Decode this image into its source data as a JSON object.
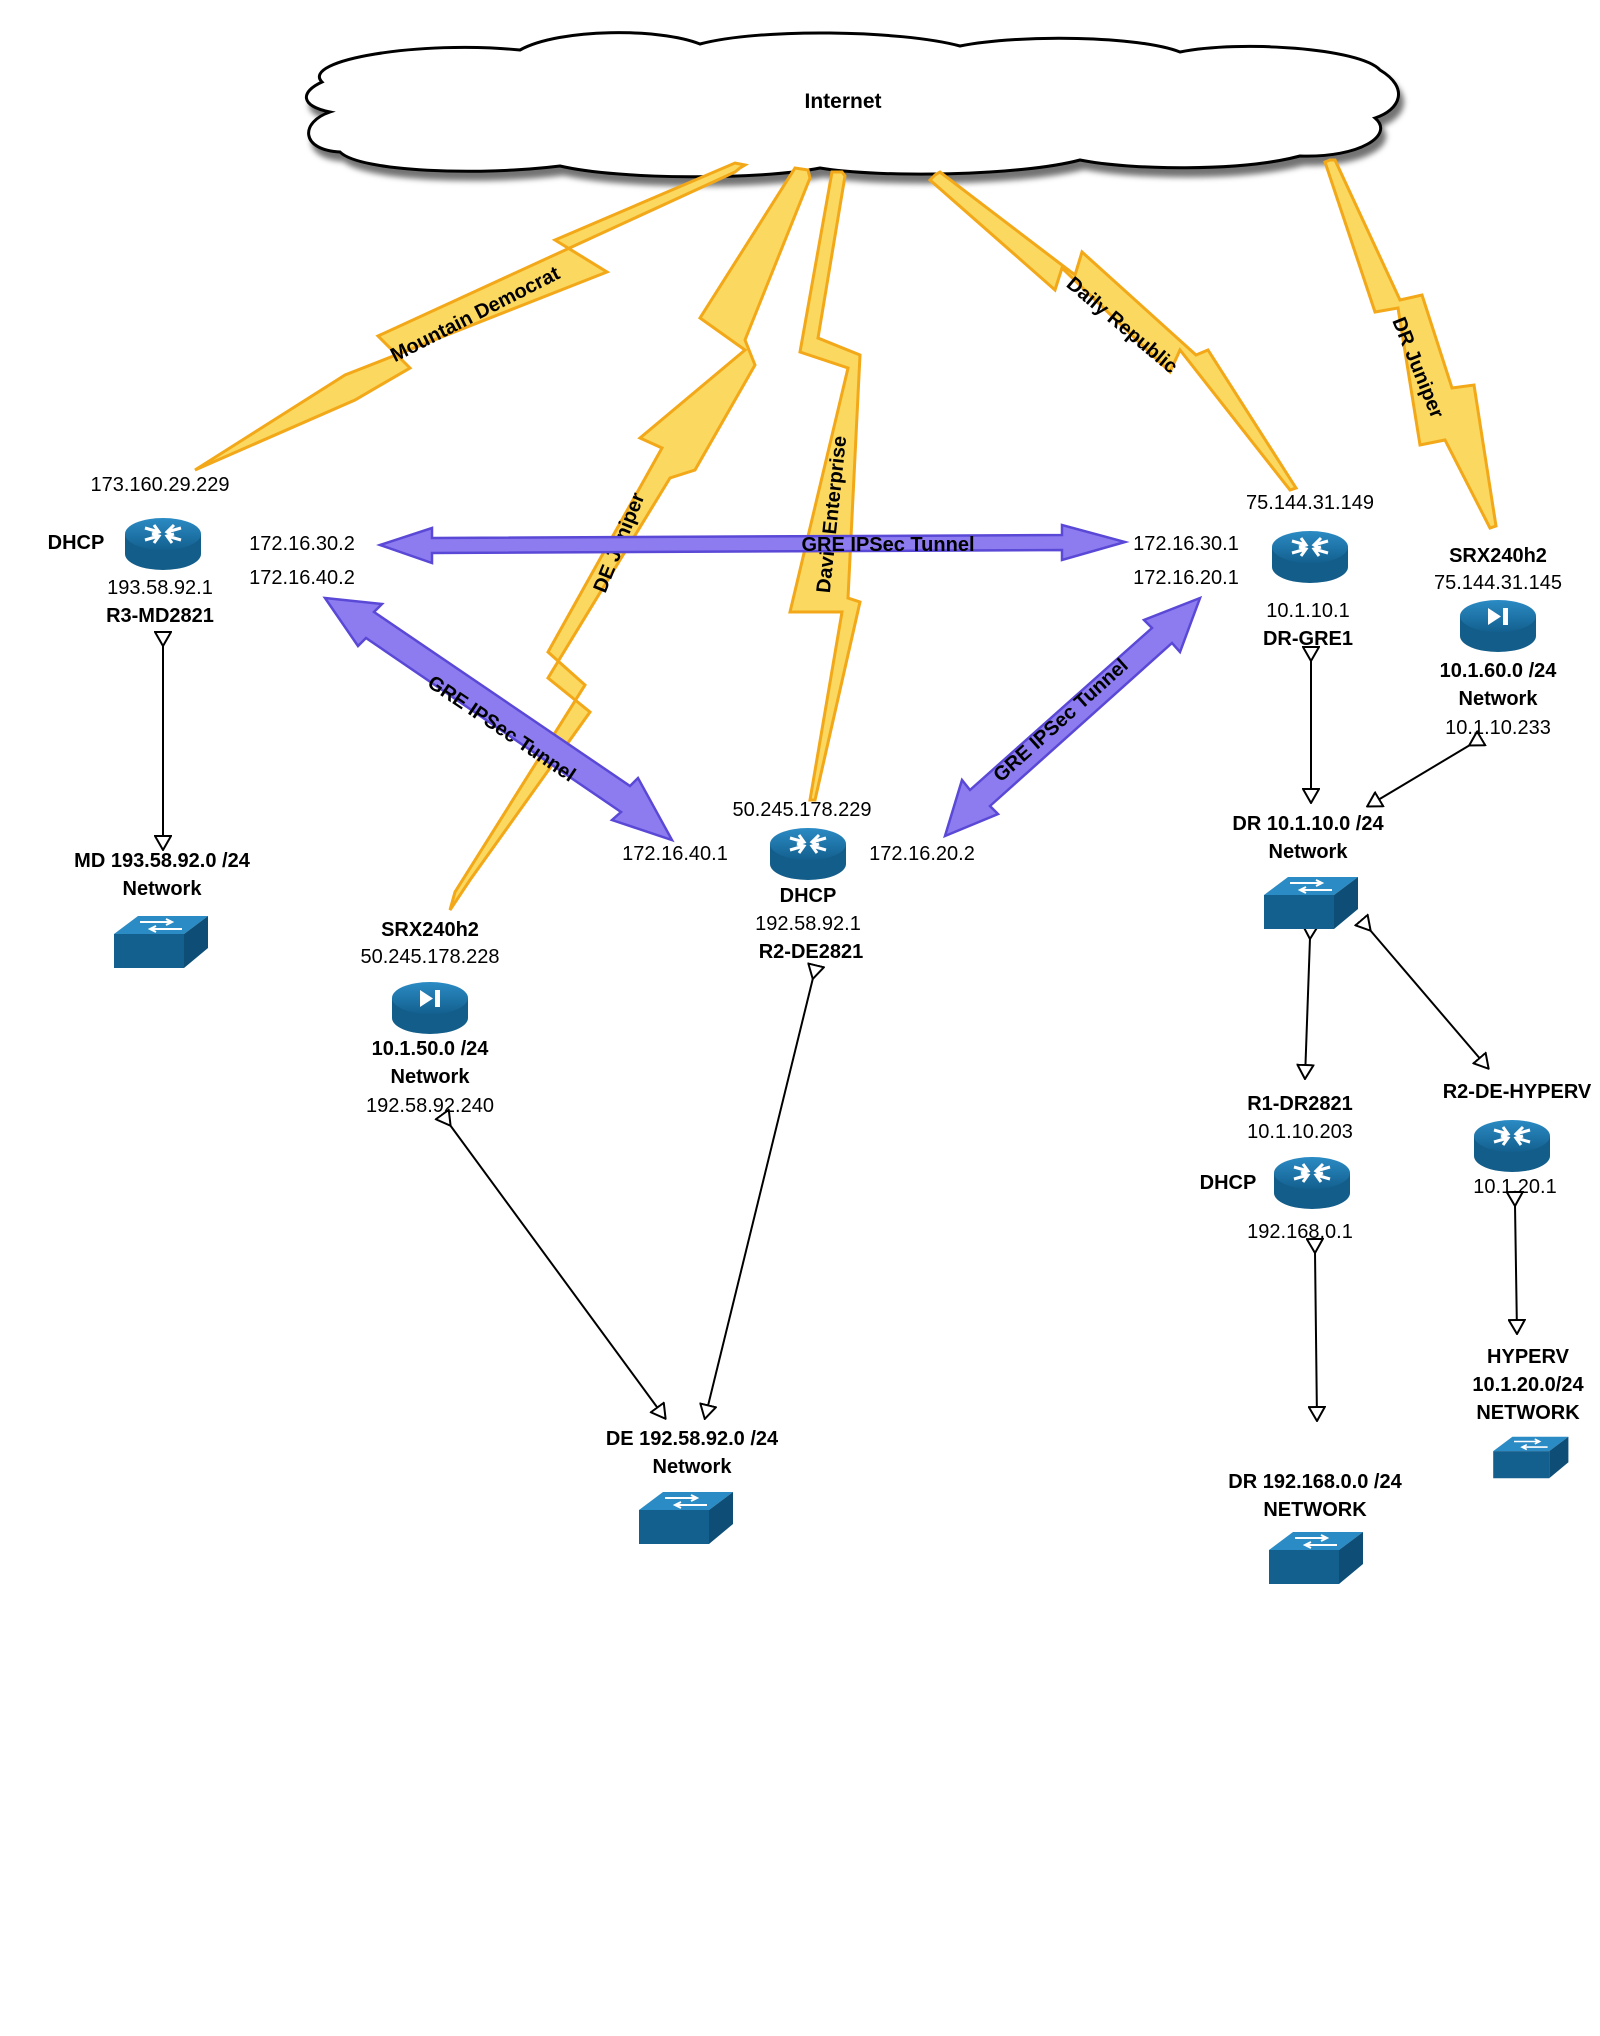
{
  "cloud": {
    "label": "Internet"
  },
  "links": {
    "mountain_democrat": "Mountain Democrat",
    "de_juniper": "DE Juniper",
    "davis_enterprise": "Davis Enterprise",
    "daily_republic": "Daily Republic",
    "dr_juniper": "DR Juniper"
  },
  "tunnels": {
    "gre_top": "GRE IPSec Tunnel",
    "gre_left": "GRE IPSec Tunnel",
    "gre_right": "GRE IPSec Tunnel"
  },
  "md": {
    "wan_ip": "173.160.29.229",
    "dhcp": "DHCP",
    "lan_ip": "193.58.92.1",
    "name": "R3-MD2821",
    "network_line1": "MD 193.58.92.0 /24",
    "network_line2": "Network"
  },
  "left_tunnel_ips": {
    "ip1": "172.16.30.2",
    "ip2": "172.16.40.2"
  },
  "de": {
    "wan_ip": "50.245.178.229",
    "tunnel_left_ip": "172.16.40.1",
    "tunnel_right_ip": "172.16.20.2",
    "dhcp": "DHCP",
    "lan_ip": "192.58.92.1",
    "name": "R2-DE2821",
    "network_line1": "DE 192.58.92.0 /24",
    "network_line2": "Network"
  },
  "de_srx": {
    "name": "SRX240h2",
    "wan_ip": "50.245.178.228",
    "subnet": "10.1.50.0 /24",
    "subnet_label": "Network",
    "lan_ip": "192.58.92.240"
  },
  "dr": {
    "wan_ip": "75.144.31.149",
    "tunnel_ip1": "172.16.30.1",
    "tunnel_ip2": "172.16.20.1",
    "lan_ip": "10.1.10.1",
    "name": "DR-GRE1",
    "network_line1": "DR 10.1.10.0 /24",
    "network_line2": "Network"
  },
  "dr_srx": {
    "name": "SRX240h2",
    "wan_ip": "75.144.31.145",
    "subnet": "10.1.60.0 /24",
    "subnet_label": "Network",
    "lan_ip": "10.1.10.233"
  },
  "r1_dr": {
    "name": "R1-DR2821",
    "wan_ip": "10.1.10.203",
    "dhcp": "DHCP",
    "lan_ip": "192.168.0.1",
    "network_line1": "DR 192.168.0.0 /24",
    "network_line2": "NETWORK"
  },
  "hyperv": {
    "name": "R2-DE-HYPERV",
    "lan_ip": "10.1.20.1",
    "network_line1": "HYPERV",
    "network_line2": "10.1.20.0/24",
    "network_line3": "NETWORK"
  },
  "colors": {
    "bolt_fill": "#fbd85f",
    "bolt_stroke": "#f2a818",
    "tunnel_fill": "#8d7cf0",
    "tunnel_stroke": "#5a48d6",
    "device_blue": "#1e73a6"
  }
}
